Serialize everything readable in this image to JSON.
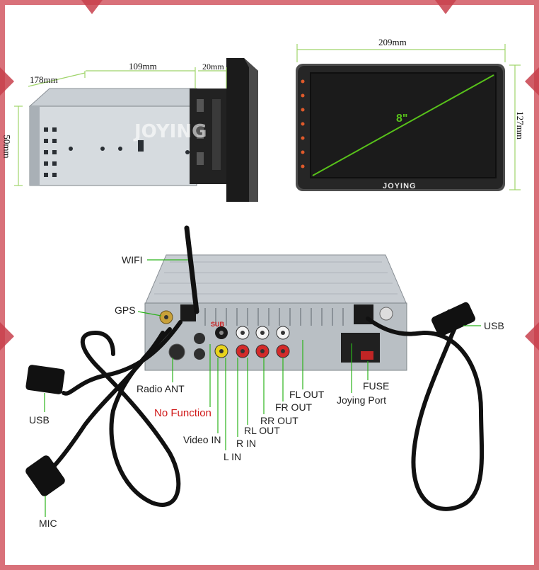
{
  "colors": {
    "frame": "#d9717a",
    "dimension_line": "#9fd46a",
    "diagonal": "#58c21a",
    "warning_text": "#d01818"
  },
  "side_view": {
    "depth_label": "178mm",
    "body_length_label": "109mm",
    "faceplate_offset_label": "20mm",
    "height_label": "50mm",
    "watermark": "JOYING"
  },
  "front_view": {
    "width_label": "209mm",
    "height_label": "127mm",
    "screen_size_label": "8\"",
    "brand": "JOYING"
  },
  "rear_view": {
    "connectors": {
      "wifi": "WIFI",
      "gps": "GPS",
      "usb_left": "USB",
      "usb_right": "USB",
      "radio_ant": "Radio ANT",
      "no_function": "No Function",
      "video_in": "Video IN",
      "l_in": "L IN",
      "r_in": "R IN",
      "rl_out": "RL OUT",
      "rr_out": "RR OUT",
      "fr_out": "FR OUT",
      "fl_out": "FL OUT",
      "fuse": "FUSE",
      "joying_port": "Joying Port",
      "mic": "MIC",
      "sub_marker": "SUB"
    }
  }
}
